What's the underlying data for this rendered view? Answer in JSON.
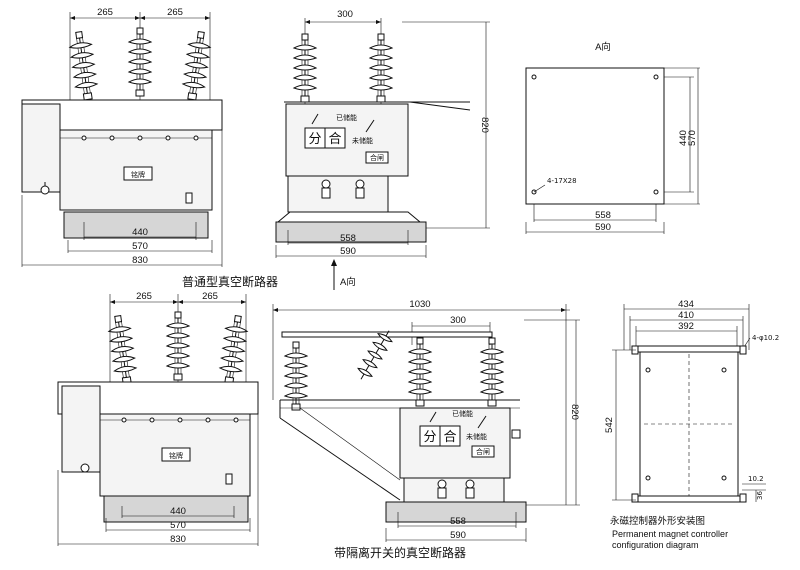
{
  "dimensions": {
    "d265": "265",
    "d300": "300",
    "d440": "440",
    "d570": "570",
    "d830": "830",
    "d558": "558",
    "d590": "590",
    "d820": "820",
    "d1030": "1030",
    "d434": "434",
    "d410": "410",
    "d392": "392",
    "d542": "542",
    "d10_2": "10.2",
    "d36": "36",
    "holes_a": "4-17X28",
    "holes_b": "4-φ10.2"
  },
  "labels": {
    "a_view": "A向",
    "a_arrow": "A向",
    "nameplate": "铭牌",
    "open": "分",
    "close": "合",
    "stored": "已储能",
    "unstored": "未储能",
    "closed_state": "合闸",
    "caption_standard": "普通型真空断路器",
    "caption_isolator": "带隔离开关的真空断路器",
    "magnet_cn": "永磁控制器外形安装图",
    "magnet_en1": "Permanent magnet controller",
    "magnet_en2": "configuration diagram"
  }
}
